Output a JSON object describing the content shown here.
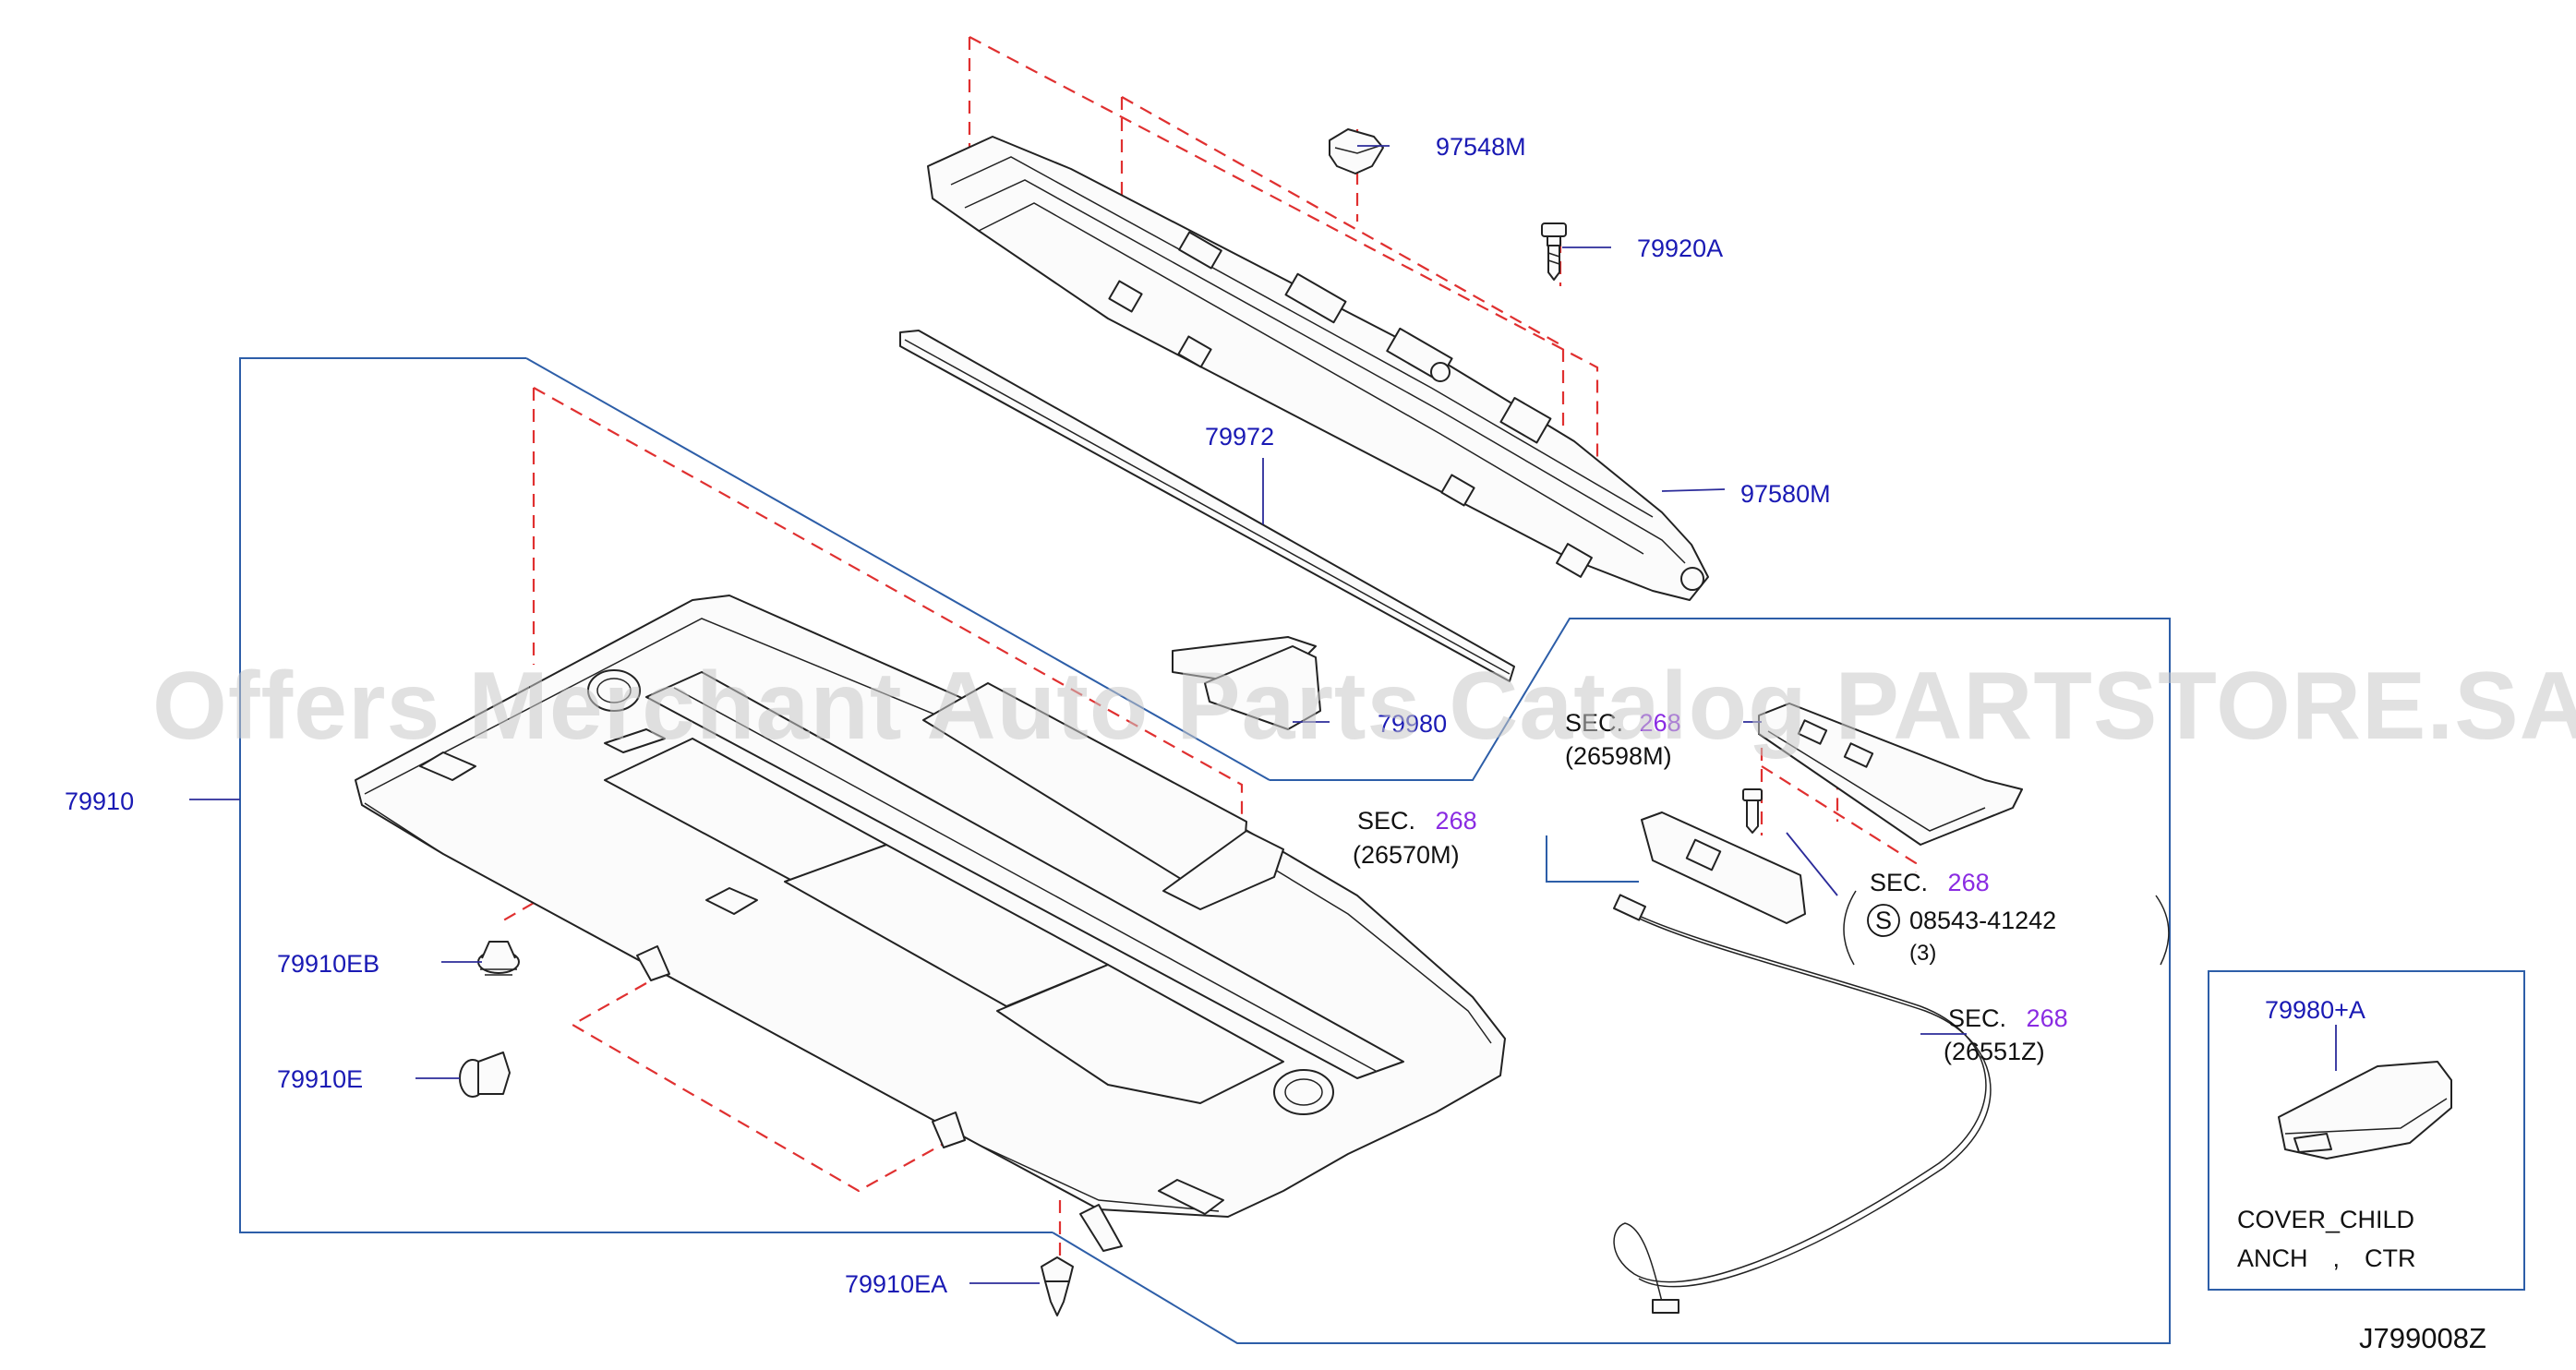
{
  "watermark": "Offers Merchant Auto Parts Catalog PARTSTORE.SA",
  "diagram_code": "J799008Z",
  "parts": {
    "p97548M": "97548M",
    "p79920A": "79920A",
    "p97580M": "97580M",
    "p79972": "79972",
    "p79980": "79980",
    "p79910": "79910",
    "p79910EB": "79910EB",
    "p79910E": "79910E",
    "p79910EA": "79910EA",
    "p79980A": "79980+A"
  },
  "sections": {
    "sec_word": "SEC.",
    "num": "268",
    "ref_a": "(26598M)",
    "ref_b": "(26570M)",
    "ref_d": "(26551Z)"
  },
  "screw": {
    "symbol": "S",
    "part": "08543-41242",
    "qty": "(3)"
  },
  "inset": {
    "line1": "COVER_CHILD",
    "line2": "ANCH　,　CTR"
  },
  "colors": {
    "part_number": "#1a1ab4",
    "section_number": "#8a2be2",
    "leader_frame": "#2d5ea8",
    "dash_line": "#e03030"
  }
}
